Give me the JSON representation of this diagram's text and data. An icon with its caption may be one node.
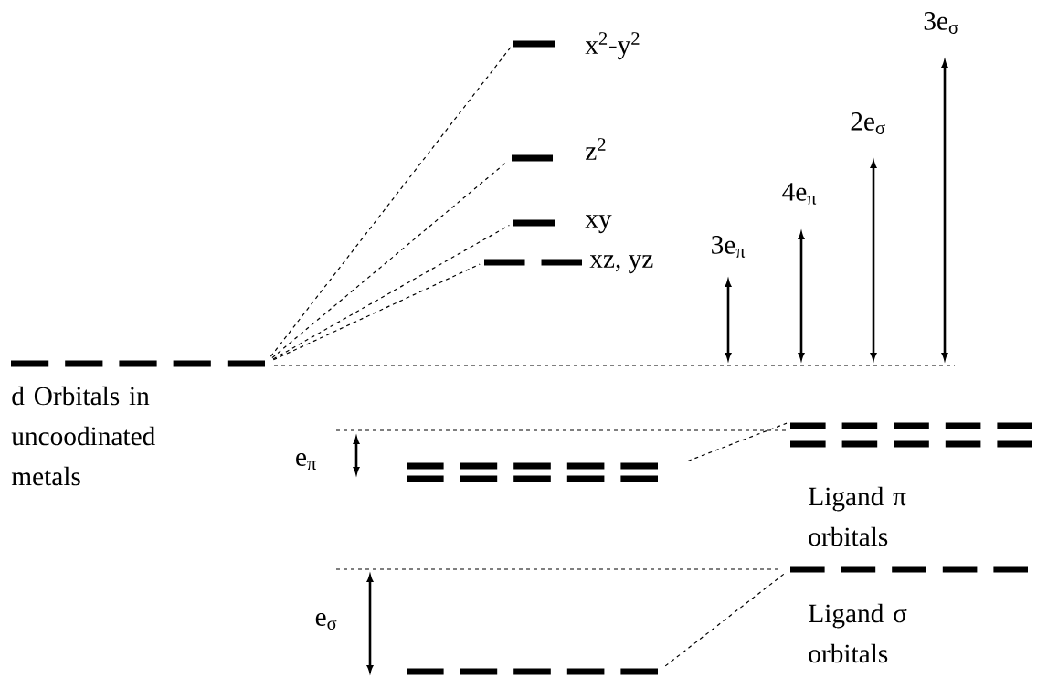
{
  "diagram": {
    "nodes": [
      {
        "text": [
          "d Orbitals in uncoodinated metals"
        ]
      },
      {
        "text": [
          "x$^{2}$-y$^{2}$"
        ]
      },
      {
        "text": [
          "z$^{2}$"
        ]
      },
      {
        "text": [
          "xy"
        ]
      },
      {
        "text": [
          "xz, yz"
        ]
      },
      {
        "text": [],
        "shape": "bar"
      },
      {
        "text": [
          "Ligand π orbitals"
        ]
      },
      {
        "text": [],
        "shape": "bar"
      },
      {
        "text": [
          "Ligand σ orbitals"
        ]
      }
    ],
    "edges": [
      {
        "from": 0,
        "to": 1,
        "arrow": "none",
        "style": "dashed"
      },
      {
        "from": 0,
        "to": 2,
        "arrow": "none",
        "style": "dashed"
      },
      {
        "from": 0,
        "to": 3,
        "arrow": "none",
        "style": "dashed"
      },
      {
        "from": 0,
        "to": 4,
        "arrow": "none",
        "style": "dashed"
      },
      {
        "from": 5,
        "to": 6,
        "arrow": "none",
        "style": "dashed"
      },
      {
        "from": 7,
        "to": 8,
        "arrow": "none",
        "style": "dashed"
      }
    ],
    "labels": [
      "3e$_{σ}$",
      "2e$_{σ}$",
      "4e$_{π}$",
      "3e$_{π}$",
      "e$_{π}$",
      "e$_{σ}$"
    ]
  }
}
